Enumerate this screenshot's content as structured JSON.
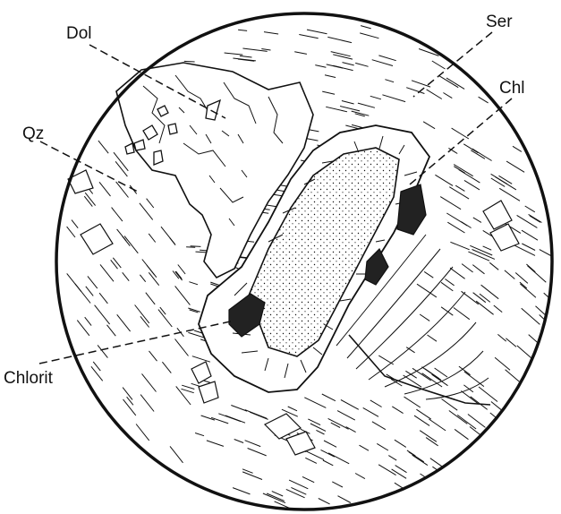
{
  "labels": {
    "dol": "Dol",
    "ser": "Ser",
    "chl": "Chl",
    "qz": "Qz",
    "chlorit": "Chlorit"
  },
  "colors": {
    "ink": "#111111",
    "paper": "#ffffff"
  }
}
